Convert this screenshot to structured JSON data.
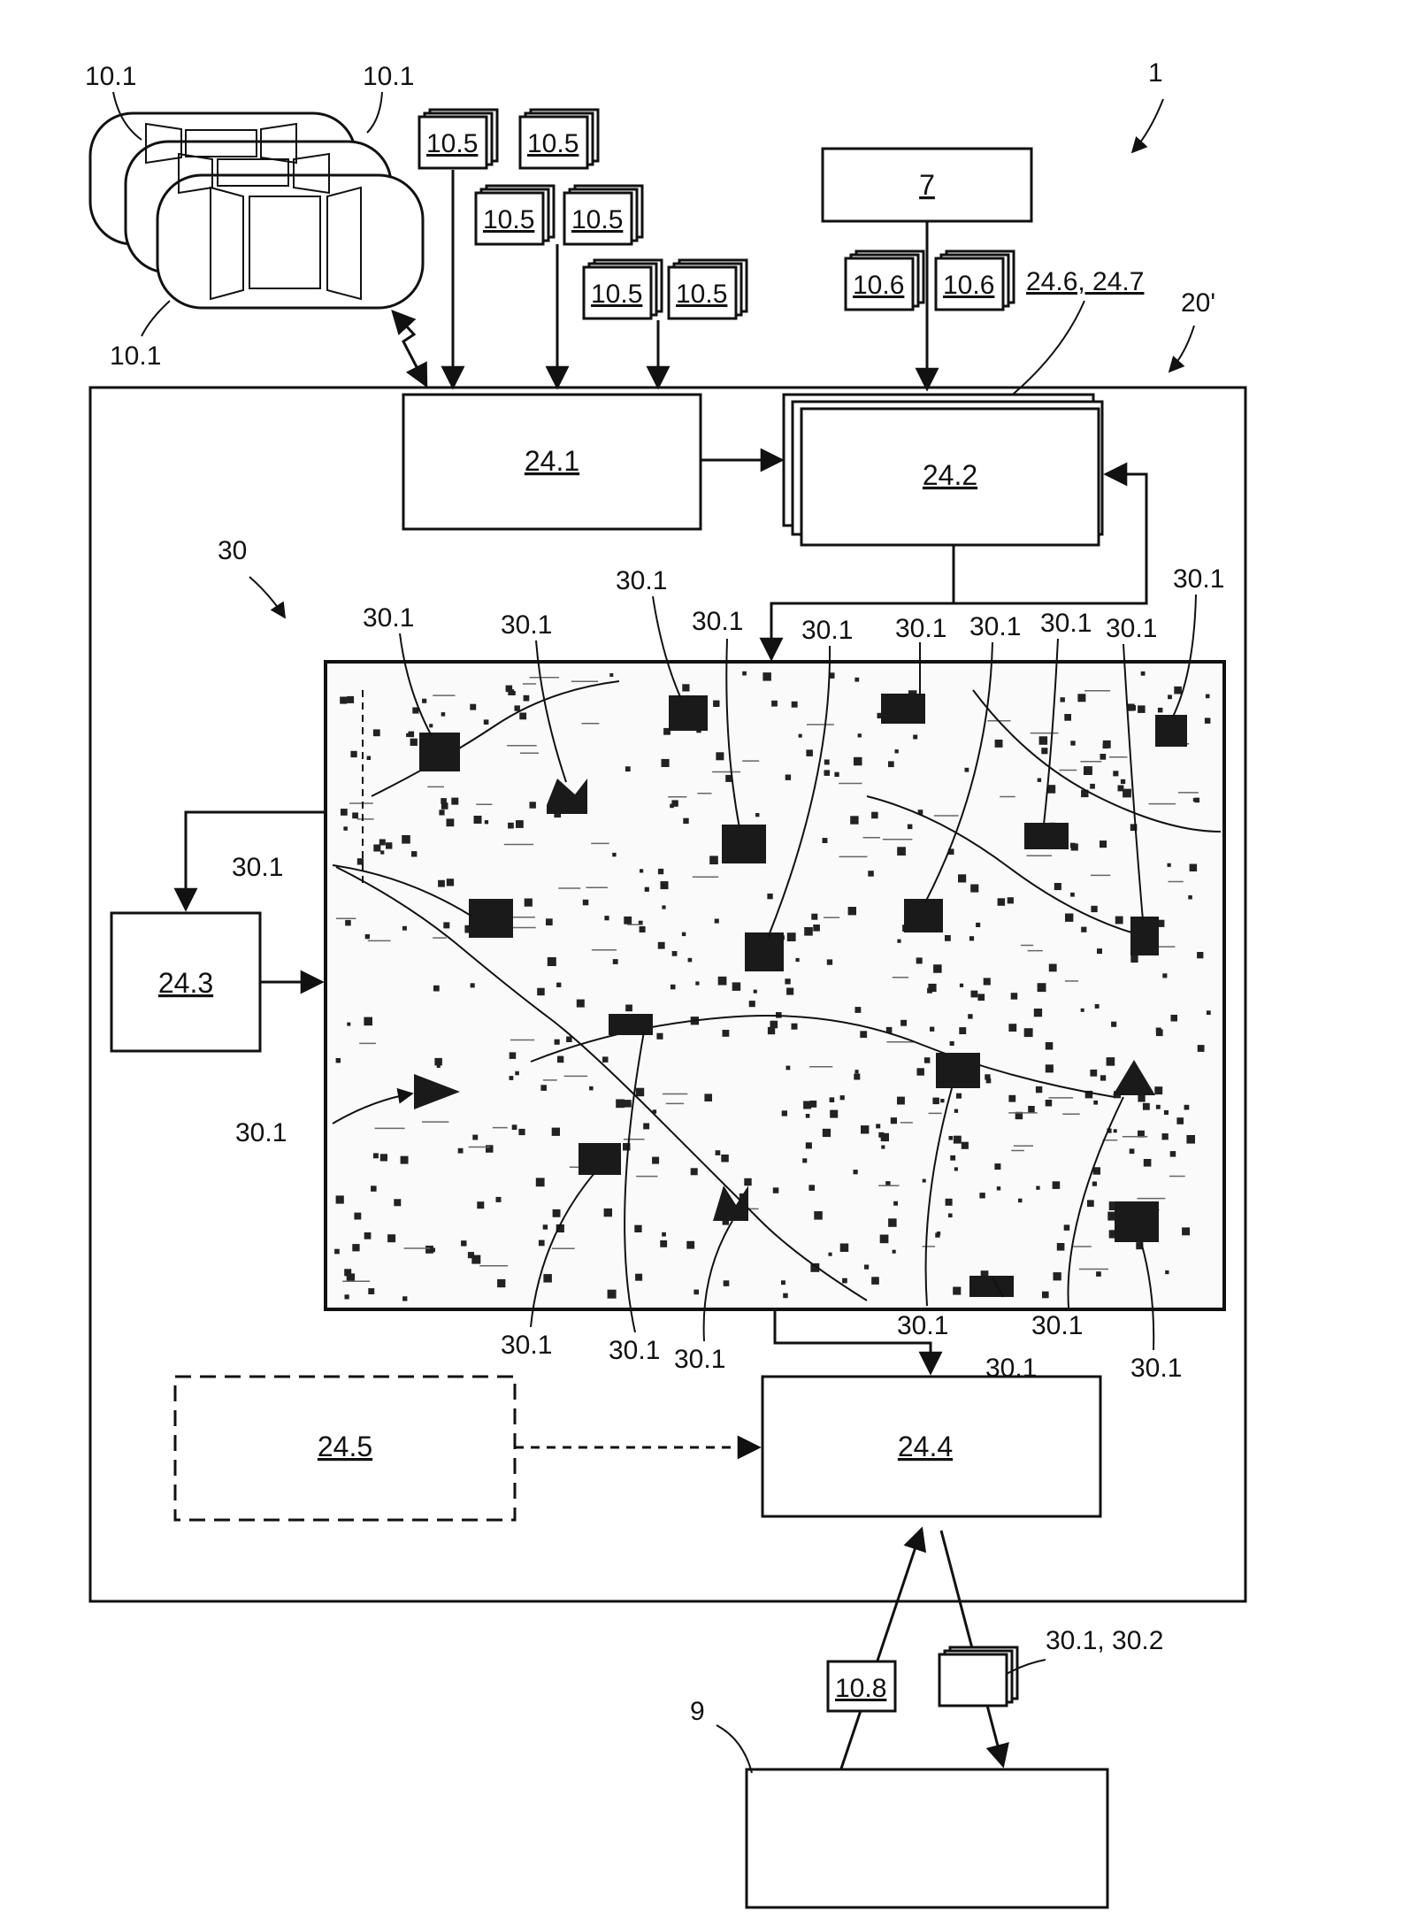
{
  "figure": {
    "ref_system": "1",
    "ref_station": "20'",
    "ref_map": "30",
    "ref_user": "9"
  },
  "boxes": {
    "b7": "7",
    "b24_1": "24.1",
    "b24_2": "24.2",
    "b24_3": "24.3",
    "b24_4": "24.4",
    "b24_5": "24.5"
  },
  "labels": {
    "vehicle": "10.1",
    "data_5": "10.5",
    "data_6": "10.6",
    "data_8": "10.8",
    "b24_6_7": "24.6, 24.7",
    "icon": "30.1",
    "output": "30.1, 30.2"
  }
}
